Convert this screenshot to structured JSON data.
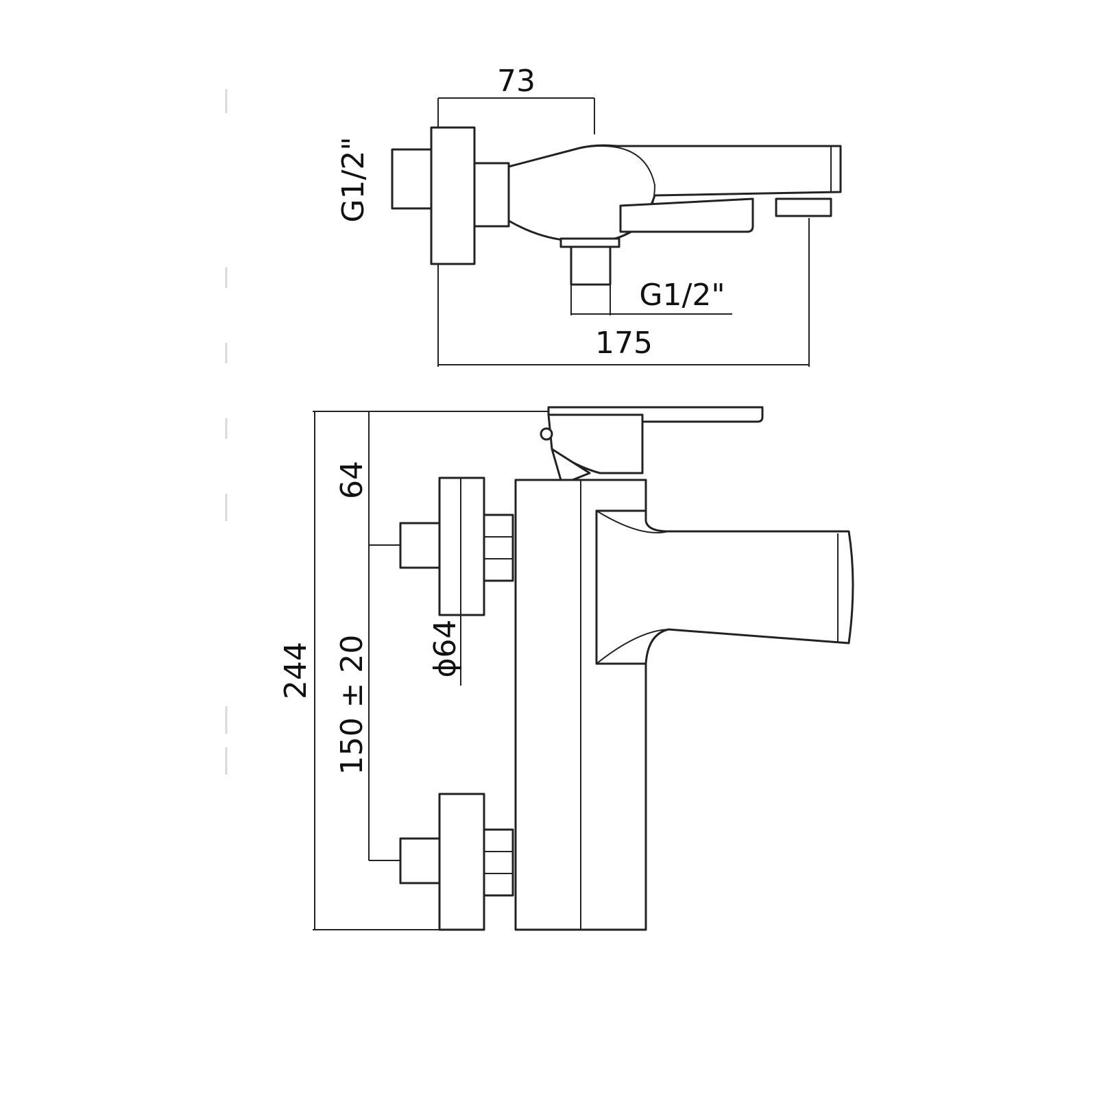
{
  "top_view": {
    "dimensions": {
      "width_73": "73",
      "total_175": "175",
      "inlet_thread": "G1/2\"",
      "outlet_thread": "G1/2\""
    }
  },
  "side_view": {
    "dimensions": {
      "height_244": "244",
      "handle_offset_64": "64",
      "inlet_spacing": "150 ± 20",
      "flange_diameter": "ϕ64"
    }
  },
  "colors": {
    "line": "#222222",
    "background": "#ffffff"
  }
}
